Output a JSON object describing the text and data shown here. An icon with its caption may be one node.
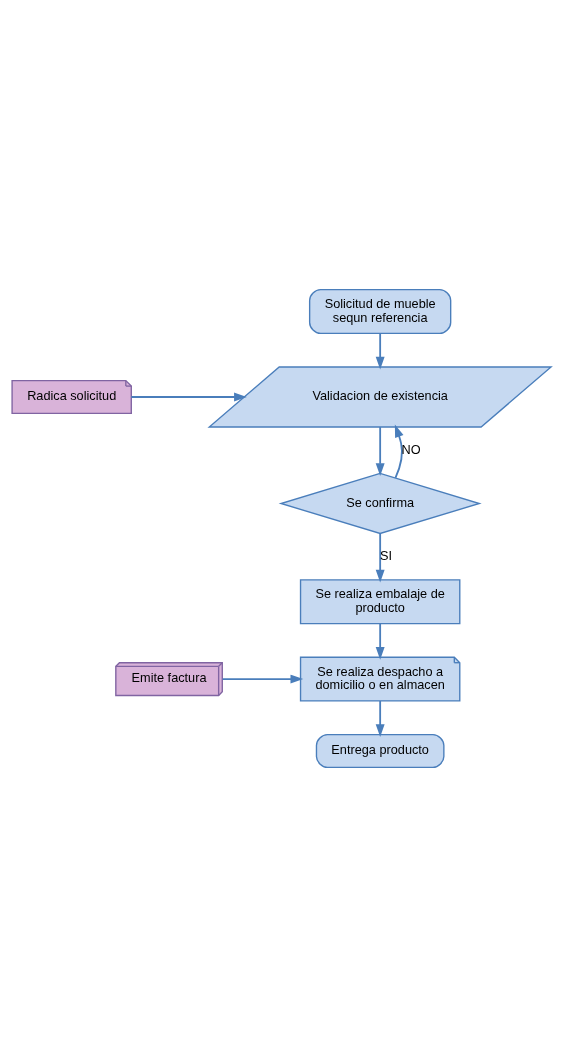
{
  "diagram": {
    "nodes": [
      {
        "text": [
          "Solicitud de mueble sequn referencia"
        ]
      },
      {
        "text": [
          "Radica solicitud"
        ]
      },
      {
        "text": [
          "Validacion de existencia"
        ]
      },
      {
        "text": [
          "Se confirma"
        ]
      },
      {
        "text": [
          "Se realiza embalaje de producto"
        ]
      },
      {
        "text": [
          "Emite factura"
        ]
      },
      {
        "text": [
          "Se realiza despacho a domicilio o en almacen"
        ]
      },
      {
        "text": [
          "Entrega producto"
        ]
      }
    ],
    "edges": [
      {
        "from": 0,
        "to": 2,
        "arrow": "to"
      },
      {
        "from": 1,
        "to": 2,
        "arrow": "to"
      },
      {
        "from": 2,
        "to": 3,
        "arrow": "to"
      },
      {
        "from": 3,
        "to": 2,
        "arrow": "to",
        "label": "NO"
      },
      {
        "from": 3,
        "to": 4,
        "arrow": "to",
        "label": "SI"
      },
      {
        "from": 4,
        "to": 6,
        "arrow": "to"
      },
      {
        "from": 5,
        "to": 6,
        "arrow": "to"
      },
      {
        "from": 6,
        "to": 7,
        "arrow": "to"
      }
    ]
  }
}
